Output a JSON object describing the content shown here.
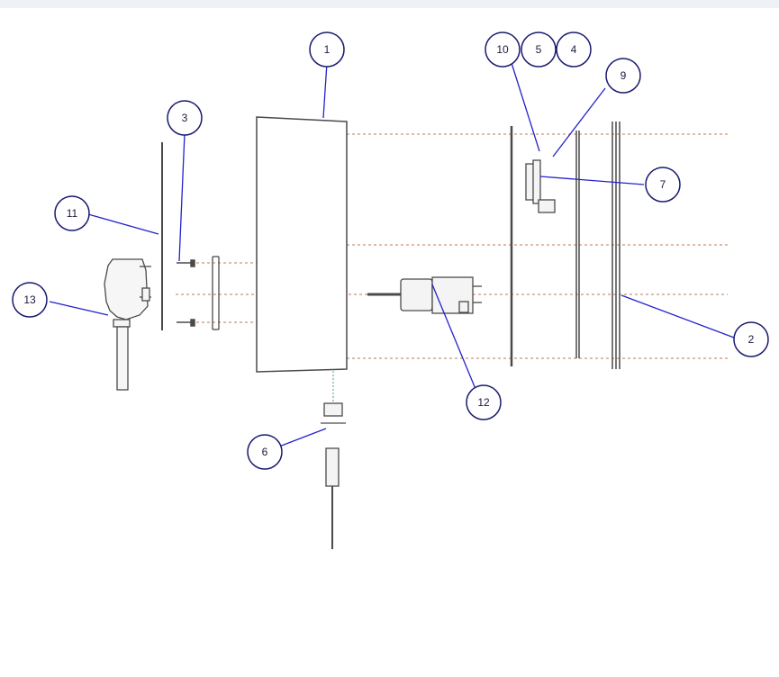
{
  "diagram": {
    "type": "exploded-assembly-drawing",
    "colors": {
      "part_line": "#4a4a4a",
      "leader": "#2222cc",
      "center_line": "#c07850",
      "balloon_stroke": "#1a1a70"
    },
    "balloons": [
      {
        "id": "b1",
        "label": "1"
      },
      {
        "id": "b10",
        "label": "10"
      },
      {
        "id": "b5",
        "label": "5"
      },
      {
        "id": "b4",
        "label": "4"
      },
      {
        "id": "b9",
        "label": "9"
      },
      {
        "id": "b3",
        "label": "3"
      },
      {
        "id": "b7",
        "label": "7"
      },
      {
        "id": "b11",
        "label": "11"
      },
      {
        "id": "b13",
        "label": "13"
      },
      {
        "id": "b2",
        "label": "2"
      },
      {
        "id": "b12",
        "label": "12"
      },
      {
        "id": "b6",
        "label": "6"
      }
    ]
  }
}
